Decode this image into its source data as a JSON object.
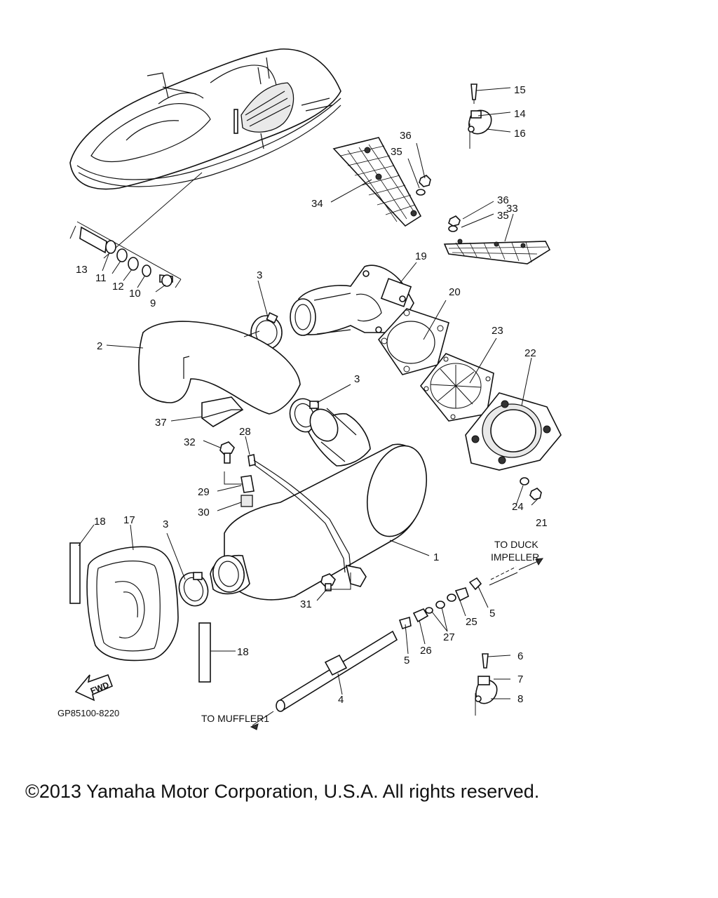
{
  "diagram": {
    "part_labels": [
      "1",
      "2",
      "3",
      "3",
      "3",
      "4",
      "5",
      "5",
      "6",
      "7",
      "8",
      "9",
      "10",
      "11",
      "12",
      "13",
      "14",
      "15",
      "16",
      "17",
      "18",
      "18",
      "19",
      "20",
      "21",
      "22",
      "23",
      "24",
      "25",
      "26",
      "27",
      "28",
      "29",
      "30",
      "31",
      "32",
      "33",
      "34",
      "35",
      "35",
      "36",
      "36",
      "37"
    ],
    "notes": {
      "to_duck_impeller_line1": "TO DUCK",
      "to_duck_impeller_line2": "IMPELLER",
      "to_muffler": "TO MUFFLER1",
      "fwd": "FWD"
    },
    "diagram_code": "GP85100-8220"
  },
  "footer": {
    "copyright": "©2013 Yamaha Motor Corporation, U.S.A. All rights reserved."
  }
}
